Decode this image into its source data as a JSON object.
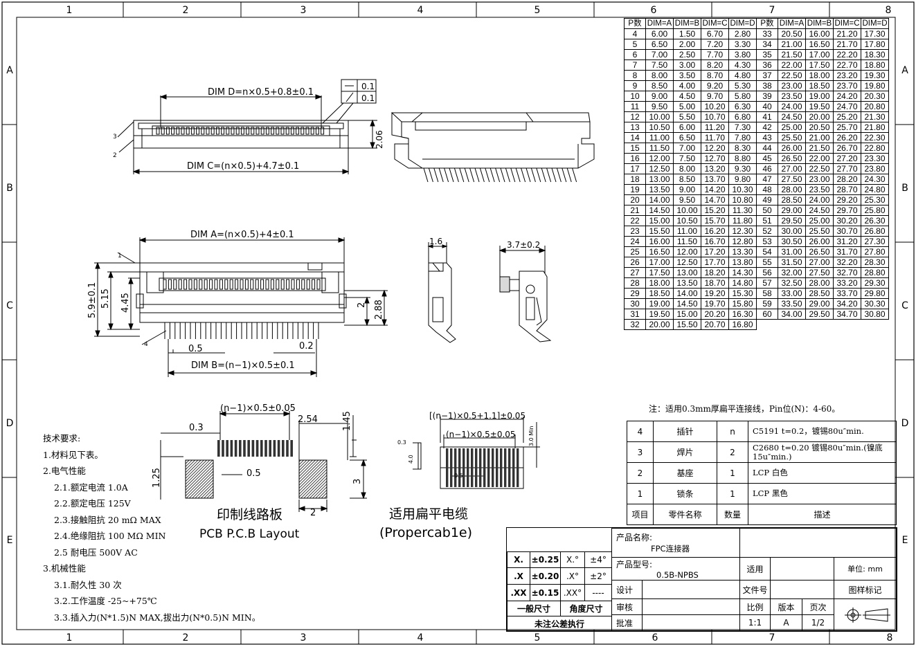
{
  "grid": {
    "cols": [
      "1",
      "2",
      "3",
      "4",
      "5",
      "6",
      "7",
      "8"
    ],
    "rows": [
      "A",
      "B",
      "C",
      "D",
      "E"
    ]
  },
  "drawing_labels": {
    "dim_d": "DIM D=n×0.5+0.8±0.1",
    "dim_c": "DIM C=(n×0.5)+4.7±0.1",
    "dim_a": "DIM A=(n×0.5)+4±0.1",
    "dim_b": "DIM B=(n−1)×0.5±0.1",
    "flat1": "0.1",
    "flat2": "0.1",
    "h206": "2.06",
    "h59": "5.9±0.1",
    "h515": "5.15",
    "h445": "4.45",
    "h2": "2",
    "h288": "2.88",
    "p05": "0.5",
    "p02": "0.2",
    "w16": "1.6",
    "w37": "3.7±0.2",
    "callout1": "1",
    "callout2": "2",
    "callout3": "3",
    "callout4": "4",
    "pcb_pitch": "(n−1)×0.5±0.05",
    "pcb_03": "0.3",
    "pcb_254": "2.54",
    "pcb_145": "1.45",
    "pcb_125": "1.25",
    "pcb_05": "0.5",
    "pcb_3": "3",
    "pcb_2": "2",
    "pcb_title_cn": "印制线路板",
    "pcb_title_en": "PCB P.C.B Layout",
    "fpc_total": "[(n−1)×0.5+1.1]±0.05",
    "fpc_pitch": "(n−1)×0.5±0.05",
    "fpc_03": "0.3",
    "fpc_40": "4.0",
    "fpc_30": "3.0 Min",
    "fpc_05": "0.5",
    "fpc_title_cn": "适用扁平电缆",
    "fpc_title_en": "(Propercab1e)"
  },
  "dim_table": {
    "headers": [
      "P数",
      "DIM=A",
      "DIM=B",
      "DIM=C",
      "DIM=D",
      "P数",
      "DIM=A",
      "DIM=B",
      "DIM=C",
      "DIM=D"
    ],
    "rows": [
      [
        "4",
        "6.00",
        "1.50",
        "6.70",
        "2.80",
        "33",
        "20.50",
        "16.00",
        "21.20",
        "17.30"
      ],
      [
        "5",
        "6.50",
        "2.00",
        "7.20",
        "3.30",
        "34",
        "21.00",
        "16.50",
        "21.70",
        "17.80"
      ],
      [
        "6",
        "7.00",
        "2.50",
        "7.70",
        "3.80",
        "35",
        "21.50",
        "17.00",
        "22.20",
        "18.30"
      ],
      [
        "7",
        "7.50",
        "3.00",
        "8.20",
        "4.30",
        "36",
        "22.00",
        "17.50",
        "22.70",
        "18.80"
      ],
      [
        "8",
        "8.00",
        "3.50",
        "8.70",
        "4.80",
        "37",
        "22.50",
        "18.00",
        "23.20",
        "19.30"
      ],
      [
        "9",
        "8.50",
        "4.00",
        "9.20",
        "5.30",
        "38",
        "23.00",
        "18.50",
        "23.70",
        "19.80"
      ],
      [
        "10",
        "9.00",
        "4.50",
        "9.70",
        "5.80",
        "39",
        "23.50",
        "19.00",
        "24.20",
        "20.30"
      ],
      [
        "11",
        "9.50",
        "5.00",
        "10.20",
        "6.30",
        "40",
        "24.00",
        "19.50",
        "24.70",
        "20.80"
      ],
      [
        "12",
        "10.00",
        "5.50",
        "10.70",
        "6.80",
        "41",
        "24.50",
        "20.00",
        "25.20",
        "21.30"
      ],
      [
        "13",
        "10.50",
        "6.00",
        "11.20",
        "7.30",
        "42",
        "25.00",
        "20.50",
        "25.70",
        "21.80"
      ],
      [
        "14",
        "11.00",
        "6.50",
        "11.70",
        "7.80",
        "43",
        "25.50",
        "21.00",
        "26.20",
        "22.30"
      ],
      [
        "15",
        "11.50",
        "7.00",
        "12.20",
        "8.30",
        "44",
        "26.00",
        "21.50",
        "26.70",
        "22.80"
      ],
      [
        "16",
        "12.00",
        "7.50",
        "12.70",
        "8.80",
        "45",
        "26.50",
        "22.00",
        "27.20",
        "23.30"
      ],
      [
        "17",
        "12.50",
        "8.00",
        "13.20",
        "9.30",
        "46",
        "27.00",
        "22.50",
        "27.70",
        "23.80"
      ],
      [
        "18",
        "13.00",
        "8.50",
        "13.70",
        "9.80",
        "47",
        "27.50",
        "23.00",
        "28.20",
        "24.30"
      ],
      [
        "19",
        "13.50",
        "9.00",
        "14.20",
        "10.30",
        "48",
        "28.00",
        "23.50",
        "28.70",
        "24.80"
      ],
      [
        "20",
        "14.00",
        "9.50",
        "14.70",
        "10.80",
        "49",
        "28.50",
        "24.00",
        "29.20",
        "25.30"
      ],
      [
        "21",
        "14.50",
        "10.00",
        "15.20",
        "11.30",
        "50",
        "29.00",
        "24.50",
        "29.70",
        "25.80"
      ],
      [
        "22",
        "15.00",
        "10.50",
        "15.70",
        "11.80",
        "51",
        "29.50",
        "25.00",
        "30.20",
        "26.30"
      ],
      [
        "23",
        "15.50",
        "11.00",
        "16.20",
        "12.30",
        "52",
        "30.00",
        "25.50",
        "30.70",
        "26.80"
      ],
      [
        "24",
        "16.00",
        "11.50",
        "16.70",
        "12.80",
        "53",
        "30.50",
        "26.00",
        "31.20",
        "27.30"
      ],
      [
        "25",
        "16.50",
        "12.00",
        "17.20",
        "13.30",
        "54",
        "31.00",
        "26.50",
        "31.70",
        "27.80"
      ],
      [
        "26",
        "17.00",
        "12.50",
        "17.70",
        "13.80",
        "55",
        "31.50",
        "27.00",
        "32.20",
        "28.30"
      ],
      [
        "27",
        "17.50",
        "13.00",
        "18.20",
        "14.30",
        "56",
        "32.00",
        "27.50",
        "32.70",
        "28.80"
      ],
      [
        "28",
        "18.00",
        "13.50",
        "18.70",
        "14.80",
        "57",
        "32.50",
        "28.00",
        "33.20",
        "29.30"
      ],
      [
        "29",
        "18.50",
        "14.00",
        "19.20",
        "15.30",
        "58",
        "33.00",
        "28.50",
        "33.70",
        "29.80"
      ],
      [
        "30",
        "19.00",
        "14.50",
        "19.70",
        "15.80",
        "59",
        "33.50",
        "29.00",
        "34.20",
        "30.30"
      ],
      [
        "31",
        "19.50",
        "15.00",
        "20.20",
        "16.30",
        "60",
        "34.00",
        "29.50",
        "34.70",
        "30.80"
      ],
      [
        "32",
        "20.00",
        "15.50",
        "20.70",
        "16.80",
        "",
        "",
        "",
        "",
        ""
      ]
    ]
  },
  "cable_note": "注：适用0.3mm厚扁平连接线，Pin位(N)：4-60。",
  "bom": {
    "rows": [
      [
        "4",
        "插针",
        "n",
        "C5191  t=0.2，镀锡80u″min."
      ],
      [
        "3",
        "焊片",
        "2",
        "C2680  t=0.20 镀锡80u″min.(镍底15u″min.)"
      ],
      [
        "2",
        "基座",
        "1",
        "LCP 白色"
      ],
      [
        "1",
        "锁条",
        "1",
        "LCP 黑色"
      ]
    ],
    "header": [
      "项目",
      "零件名称",
      "数量",
      "描述"
    ]
  },
  "notes": [
    "技术要求:",
    "1.材料见下表。",
    "2.电气性能",
    "2.1.额定电流 1.0A",
    "2.2.额定电压 125V",
    "2.3.接触阻抗 20 mΩ MAX",
    "2.4.绝缘阻抗 100 MΩ MIN",
    "2.5 耐电压  500V AC",
    "3.机械性能",
    "3.1.耐久性 30 次",
    "3.2.工作温度 -25~+75℃",
    "3.3.插入力(N*1.5)N MAX,拔出力(N*0.5)N MIN。"
  ],
  "title_block": {
    "tol": [
      [
        "X.",
        "±0.25",
        "X.°",
        "±4°"
      ],
      [
        ".X",
        "±0.20",
        ".X°",
        "±2°"
      ],
      [
        ".XX",
        "±0.15",
        ".XX°",
        "----"
      ]
    ],
    "general_tol": "一般尺寸",
    "angle_tol": "角度尺寸",
    "untol": "未注公差执行",
    "product_name_label": "产品名称:",
    "product_name": "FPC连接器",
    "product_model_label": "产品型号:",
    "product_model": "0.5B-NPBS",
    "apply": "适用",
    "unit": "单位: mm",
    "design": "设计",
    "file_no": "文件号",
    "drawing_mark": "图样标记",
    "review": "审核",
    "scale_label": "比例",
    "version_label": "版本",
    "page_label": "页次",
    "approve": "批准",
    "scale": "1:1",
    "version": "A",
    "page": "1/2"
  }
}
